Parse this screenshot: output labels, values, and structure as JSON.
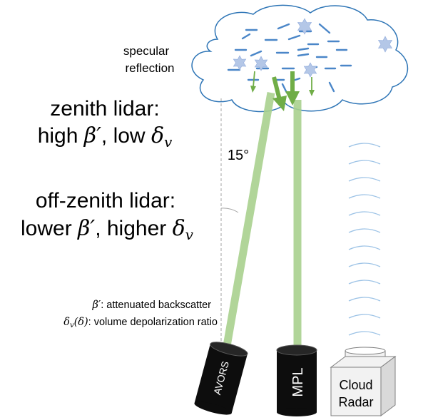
{
  "cloud": {
    "label_line1": "specular",
    "label_line2": "reflection",
    "outline_color": "#2e75b6",
    "fill_color": "#ffffff",
    "crystal_color": "#4a86c8",
    "star_color": "#b4c7e7"
  },
  "zenith": {
    "title": "zenith lidar:",
    "line2_prefix": "high ",
    "beta": "β′",
    "line2_middle": ", low ",
    "delta": "δ",
    "delta_sub": "v"
  },
  "offzenith": {
    "title": "off-zenith lidar:",
    "line2_prefix": "lower ",
    "beta": "β′",
    "line2_middle": ", higher ",
    "delta": "δ",
    "delta_sub": "v"
  },
  "angle_label": "15°",
  "legend": {
    "beta_symbol": "β′",
    "beta_text": ": attenuated backscatter",
    "delta_symbol": "δ",
    "delta_sub": "v",
    "delta_paren": "(δ)",
    "delta_text": ": volume depolarization ratio"
  },
  "instruments": {
    "avors": "AVORS",
    "mpl": "MPL",
    "radar_line1": "Cloud",
    "radar_line2": "Radar"
  },
  "colors": {
    "beam": "#a9d18e",
    "arrow": "#70ad47",
    "radar_wave": "#9dc3e6",
    "instrument": "#0d0d0d",
    "radar_box": "#f2f2f2",
    "radar_edge": "#7f7f7f",
    "guide_line": "#a6a6a6"
  }
}
